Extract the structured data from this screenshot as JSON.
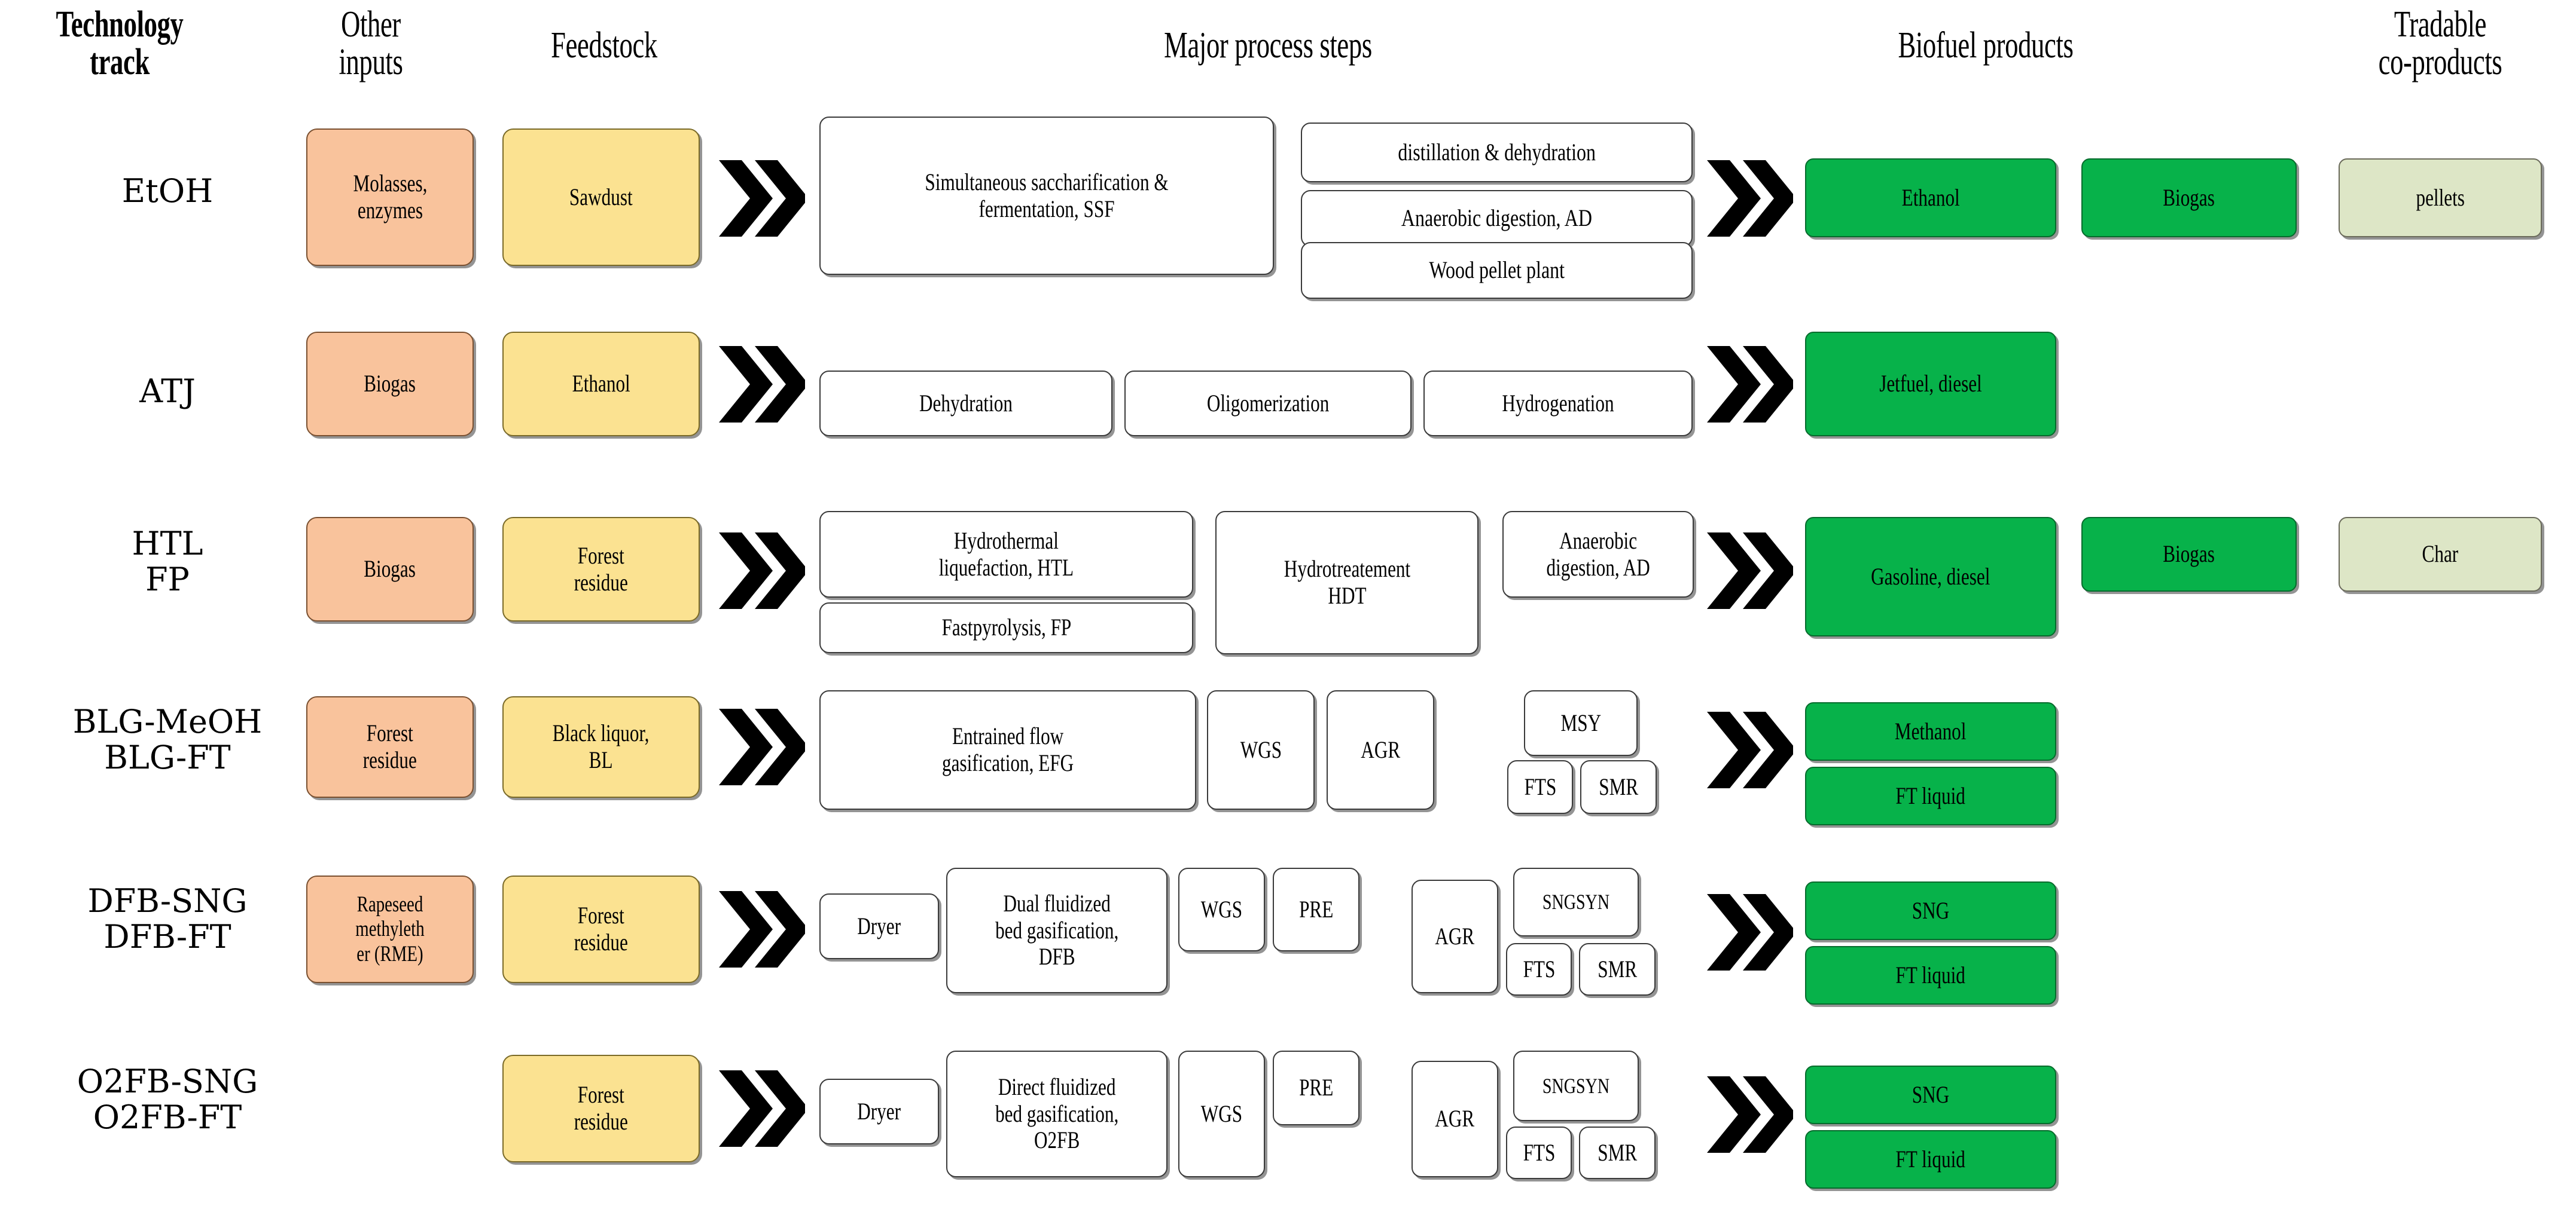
{
  "headers": [
    {
      "id": "technology-track",
      "lines": [
        "Technology",
        "track"
      ],
      "bold": true
    },
    {
      "id": "other-inputs",
      "lines": [
        "Other",
        "inputs"
      ],
      "bold": false
    },
    {
      "id": "feedstock",
      "lines": [
        "Feedstock"
      ],
      "bold": false
    },
    {
      "id": "major-process-steps",
      "lines": [
        "Major process steps"
      ],
      "bold": false
    },
    {
      "id": "biofuel-products",
      "lines": [
        "Biofuel products"
      ],
      "bold": false
    },
    {
      "id": "tradable-co-products",
      "lines": [
        "Tradable",
        "co-products"
      ],
      "bold": false
    }
  ],
  "rows": [
    {
      "id": "etoh",
      "track": [
        "EtOH"
      ],
      "inputs": [
        "Molasses,\nenzymes"
      ],
      "feedstock": [
        "Sawdust"
      ],
      "process": [
        "Simultaneous saccharification &\nfermentation, SSF",
        "distillation & dehydration",
        "Anaerobic digestion, AD",
        "Wood pellet plant"
      ],
      "products": [
        "Ethanol",
        "Biogas"
      ],
      "coproducts": [
        "pellets"
      ]
    },
    {
      "id": "atj",
      "track": [
        "ATJ"
      ],
      "inputs": [
        "Biogas"
      ],
      "feedstock": [
        "Ethanol"
      ],
      "process": [
        "Dehydration",
        "Oligomerization",
        "Hydrogenation"
      ],
      "products": [
        "Jetfuel, diesel"
      ],
      "coproducts": []
    },
    {
      "id": "htl-fp",
      "track": [
        "HTL",
        "FP"
      ],
      "inputs": [
        "Biogas"
      ],
      "feedstock": [
        "Forest\nresidue"
      ],
      "process": [
        "Hydrothermal\nliquefaction, HTL",
        "Fastpyrolysis, FP",
        "Hydrotreatement\nHDT",
        "Anaerobic\ndigestion, AD"
      ],
      "products": [
        "Gasoline, diesel",
        "Biogas"
      ],
      "coproducts": [
        "Char"
      ]
    },
    {
      "id": "blg",
      "track": [
        "BLG-MeOH",
        "BLG-FT"
      ],
      "inputs": [
        "Forest\nresidue"
      ],
      "feedstock": [
        "Black liquor,\nBL"
      ],
      "process": [
        "Entrained flow\ngasification, EFG",
        "WGS",
        "AGR",
        "MSY",
        "FTS",
        "SMR"
      ],
      "products": [
        "Methanol",
        "FT liquid"
      ],
      "coproducts": []
    },
    {
      "id": "dfb",
      "track": [
        "DFB-SNG",
        "DFB-FT"
      ],
      "inputs": [
        "Rapeseed\nmethyleth\ner (RME)"
      ],
      "feedstock": [
        "Forest\nresidue"
      ],
      "process": [
        "Dryer",
        "Dual fluidized\nbed gasification,\nDFB",
        "WGS",
        "PRE",
        "AGR",
        "SNGSYN",
        "FTS",
        "SMR"
      ],
      "products": [
        "SNG",
        "FT liquid"
      ],
      "coproducts": []
    },
    {
      "id": "o2fb",
      "track": [
        "O2FB-SNG",
        "O2FB-FT"
      ],
      "inputs": [],
      "feedstock": [
        "Forest\nresidue"
      ],
      "process": [
        "Dryer",
        "Direct fluidized\nbed gasification,\nO2FB",
        "WGS",
        "PRE",
        "AGR",
        "SNGSYN",
        "FTS",
        "SMR"
      ],
      "products": [
        "SNG",
        "FT liquid"
      ],
      "coproducts": []
    }
  ],
  "colors": {
    "input": "#F9C39C",
    "feedstock": "#FBE291",
    "process": "#FFFFFF",
    "product": "#07B24A",
    "coproduct": "#DDE6C6",
    "arrow": "#000000",
    "background": "#FFFFFF"
  },
  "icons": {
    "arrow": "double-chevron-right-icon"
  }
}
